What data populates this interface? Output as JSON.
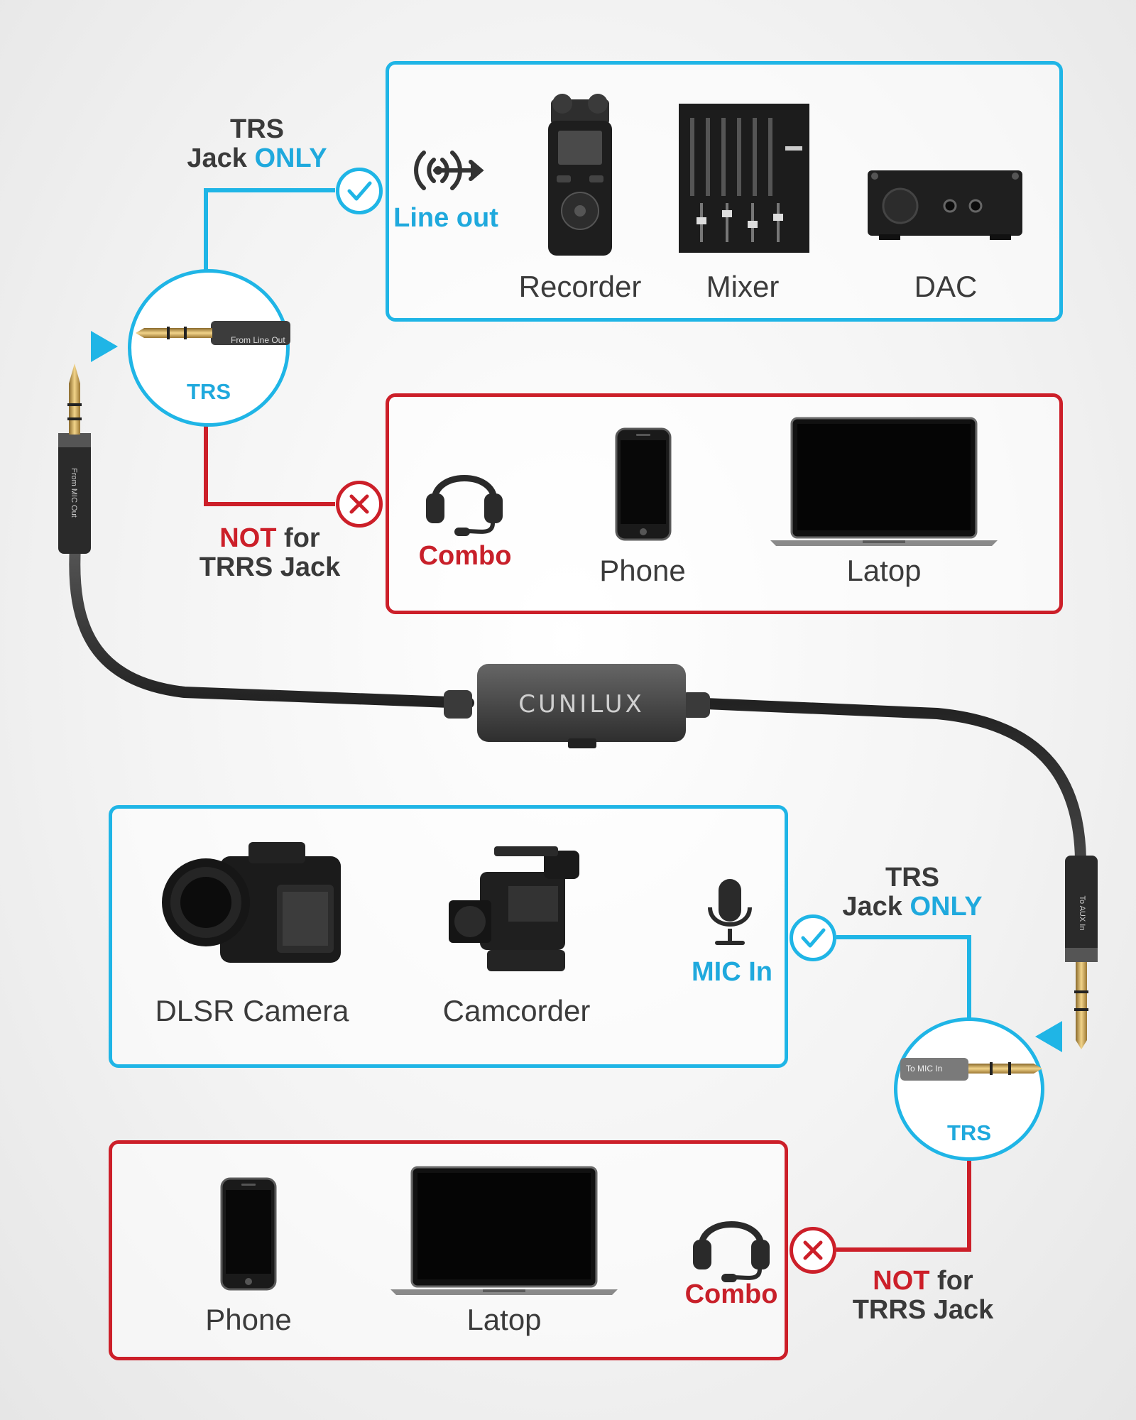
{
  "top_panel": {
    "note_line1": "TRS",
    "note_line2_prefix": "Jack ",
    "note_line2_highlight": "ONLY",
    "port_label": "Line out",
    "devices": [
      "Recorder",
      "Mixer",
      "DAC"
    ]
  },
  "top_plug": {
    "type_label": "TRS",
    "plug_text": "From Line Out"
  },
  "top_red_panel": {
    "note_line1_highlight": "NOT",
    "note_line1_suffix": " for",
    "note_line2": "TRRS Jack",
    "port_label": "Combo",
    "devices": [
      "Phone",
      "Latop"
    ]
  },
  "cable": {
    "brand": "CUNILUX",
    "top_plug_print": "From MIC Out",
    "bottom_plug_print": "To AUX In"
  },
  "bottom_panel": {
    "note_line1": "TRS",
    "note_line2_prefix": "Jack ",
    "note_line2_highlight": "ONLY",
    "port_label": "MIC In",
    "devices": [
      "DLSR Camera",
      "Camcorder"
    ]
  },
  "bottom_plug": {
    "type_label": "TRS",
    "plug_text": "To MIC In"
  },
  "bottom_red_panel": {
    "note_line1_highlight": "NOT",
    "note_line1_suffix": " for",
    "note_line2": "TRRS Jack",
    "port_label": "Combo",
    "devices": [
      "Phone",
      "Latop"
    ]
  },
  "colors": {
    "ok_blue": "#1fb5e6",
    "not_red": "#cc1f29",
    "text_dark": "#3b3b3b"
  },
  "icons": [
    "check-icon",
    "cross-icon",
    "line-out-icon",
    "microphone-icon",
    "headset-icon",
    "phone-icon",
    "laptop-icon",
    "recorder-icon",
    "mixer-icon",
    "dac-icon",
    "camera-icon",
    "camcorder-icon",
    "pointer-triangle-icon"
  ]
}
